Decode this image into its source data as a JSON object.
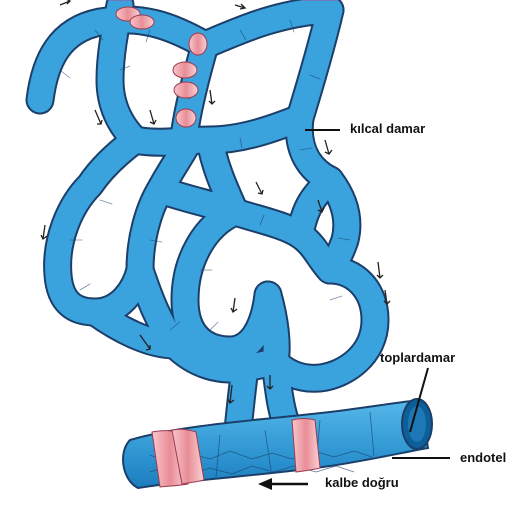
{
  "labels": {
    "capillary": "kılcal damar",
    "vein": "toplardamar",
    "endothelium": "endotel",
    "to_heart": "kalbe doğru"
  },
  "colors": {
    "arterial": "#e2552b",
    "transition": "#8a4fb6",
    "venous": "#3fa7de",
    "venous_dark": "#1f86c7",
    "valve": "#f4aeb5",
    "outline": "#1b3f6a"
  }
}
